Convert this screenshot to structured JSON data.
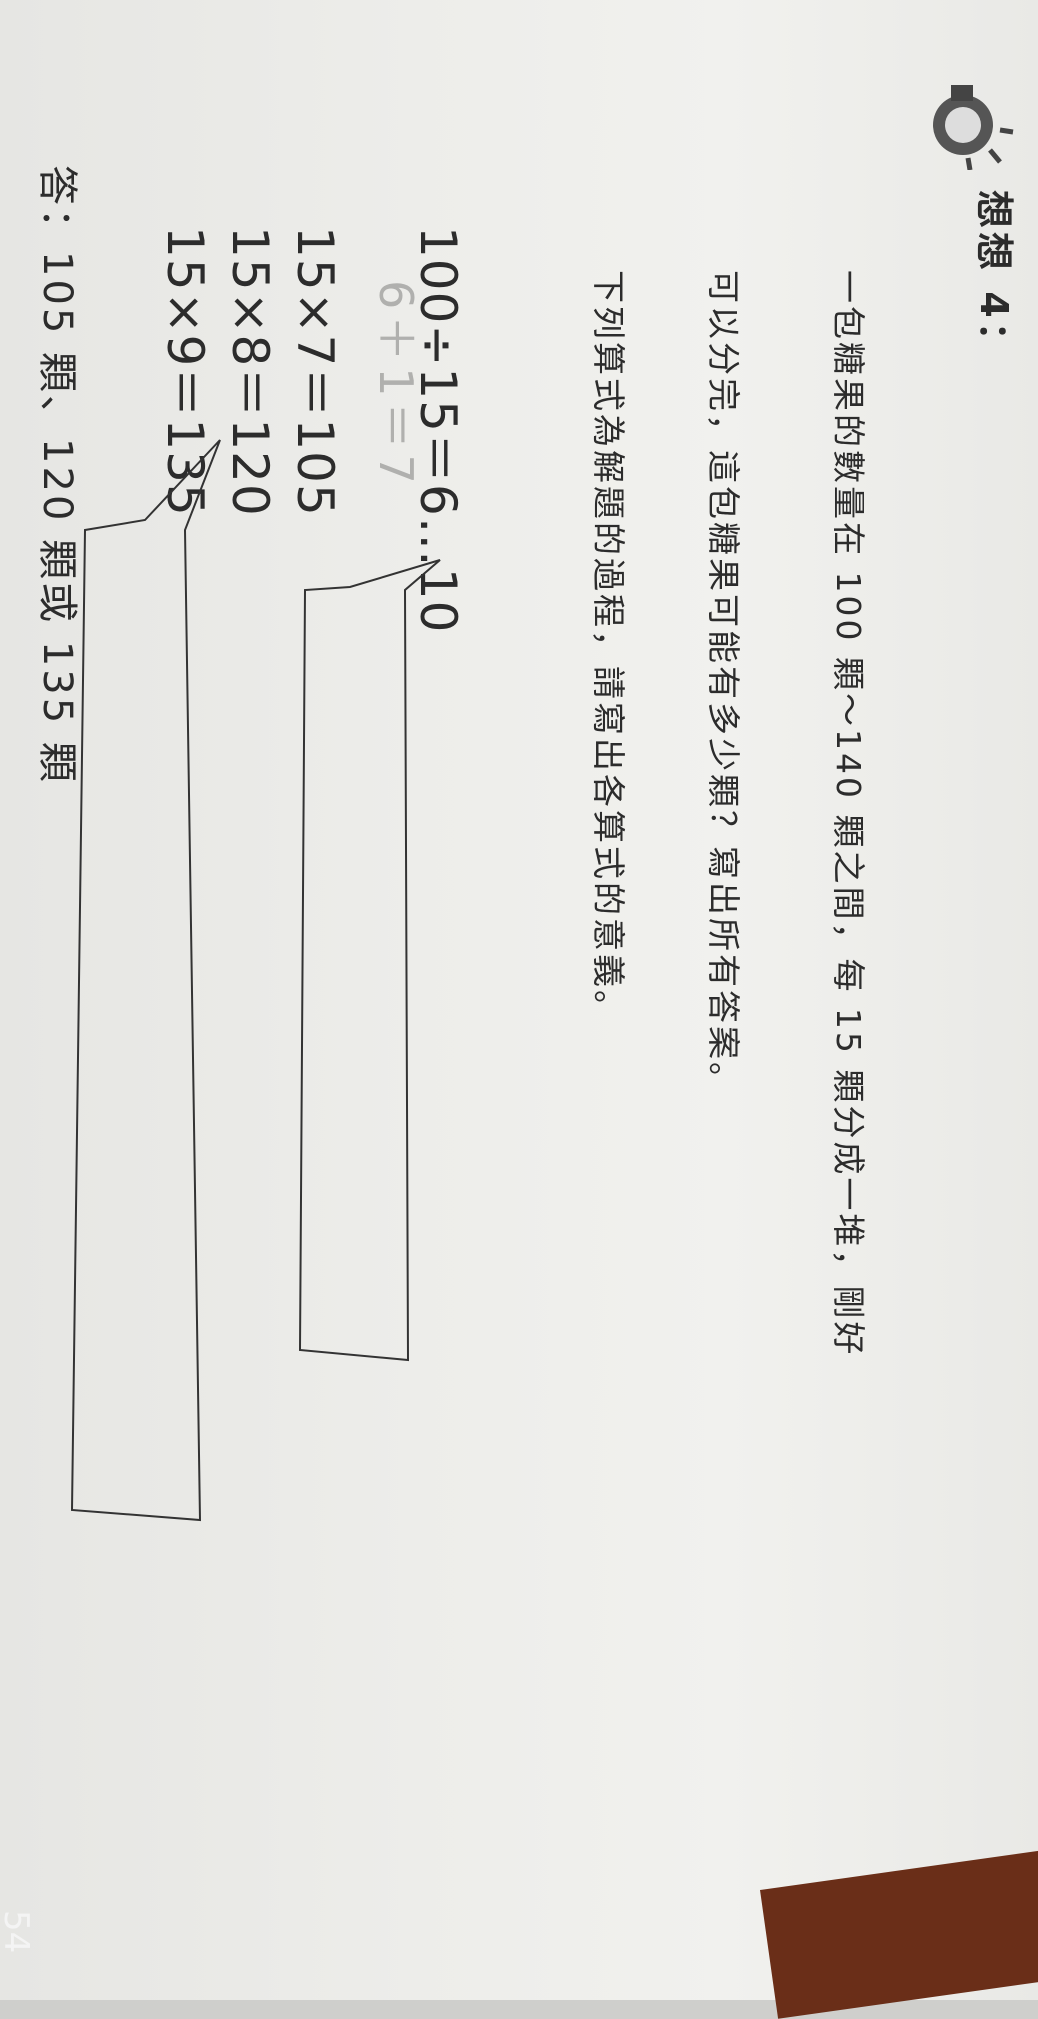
{
  "title": "想想 4：",
  "question": {
    "line1": "一包糖果的數量在 100 顆～140 顆之間，每 15 顆分成一堆，剛好",
    "line2": "可以分完，這包糖果可能有多少顆？寫出所有答案。",
    "line3": "下列算式為解題的過程，請寫出各算式的意義。"
  },
  "work": {
    "division": "100÷15＝6…10",
    "handwritten": "6＋1＝7",
    "mult1": "15×7＝105",
    "mult2": "15×8＝120",
    "mult3": "15×9＝135"
  },
  "answer": "答：105 顆、120 顆或 135 顆",
  "page_number": "54",
  "icons": {
    "bulb": "lightbulb-icon"
  }
}
